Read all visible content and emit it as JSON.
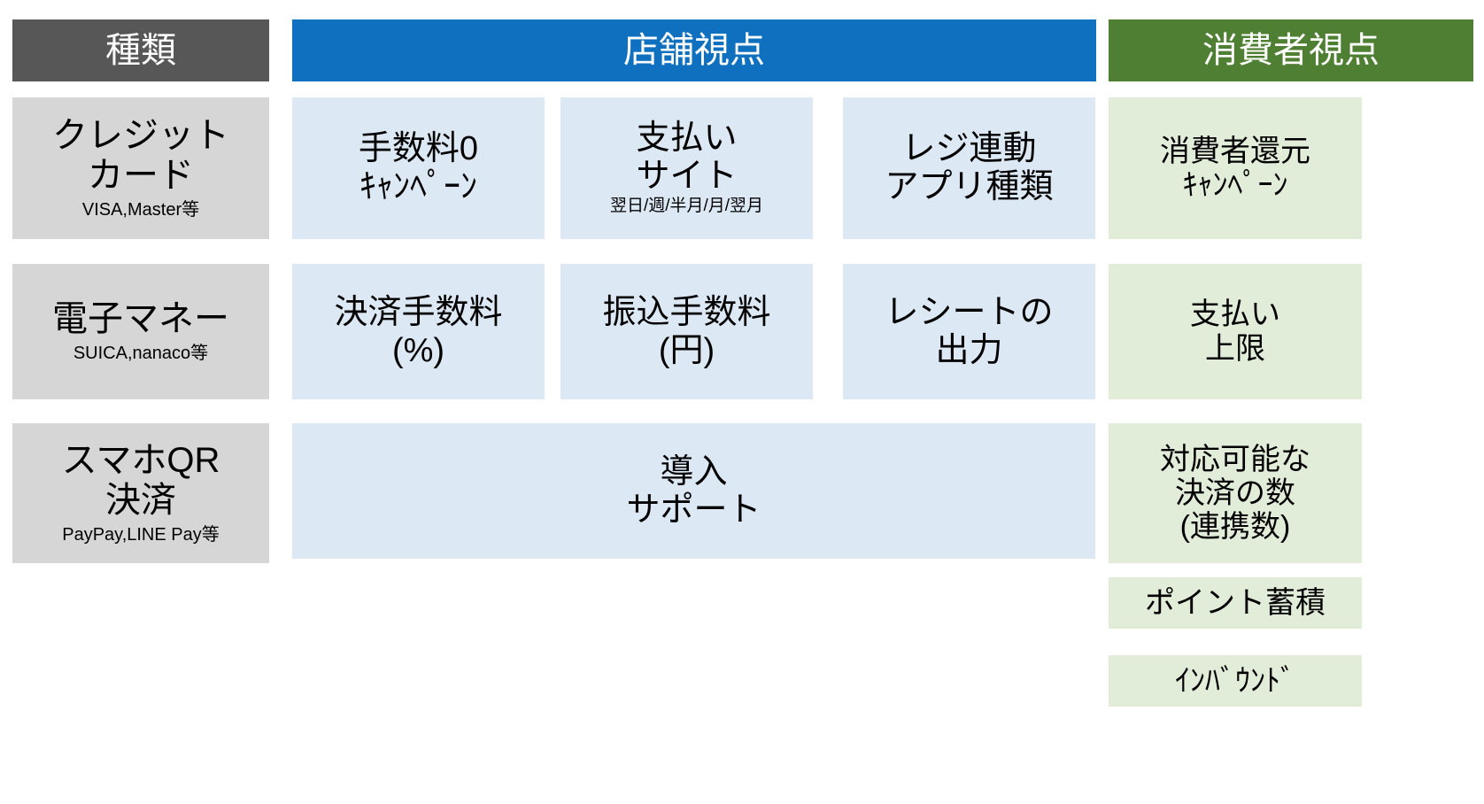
{
  "headers": {
    "type": "種類",
    "store": "店舗視点",
    "consumer": "消費者視点"
  },
  "colors": {
    "header_type": "#575757",
    "header_store": "#1070C0",
    "header_consumer": "#4E7F32",
    "tile_type": "#D6D6D6",
    "tile_store": "#DCE9F5",
    "tile_consumer": "#E2EDD9",
    "text_dark": "#000000",
    "text_light": "#FFFFFF"
  },
  "types": [
    {
      "line1": "クレジット",
      "line2": "カード",
      "sub": "VISA,Master等"
    },
    {
      "line1": "電子マネー",
      "line2": "",
      "sub": "SUICA,nanaco等"
    },
    {
      "line1": "スマホQR",
      "line2": "決済",
      "sub": "PayPay,LINE Pay等"
    }
  ],
  "store_rows": [
    [
      {
        "line1": "手数料0",
        "line2": "ｷｬﾝﾍﾟｰﾝ",
        "sub": ""
      },
      {
        "line1": "支払い",
        "line2": "サイト",
        "sub": "翌日/週/半月/月/翌月"
      },
      {
        "line1": "レジ連動",
        "line2": "アプリ種類",
        "sub": ""
      }
    ],
    [
      {
        "line1": "決済手数料",
        "line2": "(%)",
        "sub": ""
      },
      {
        "line1": "振込手数料",
        "line2": "(円)",
        "sub": ""
      },
      {
        "line1": "レシートの",
        "line2": "出力",
        "sub": ""
      }
    ]
  ],
  "store_span": {
    "line1": "導入",
    "line2": "サポート"
  },
  "consumer_items": [
    {
      "line1": "消費者還元",
      "line2": "ｷｬﾝﾍﾟｰﾝ",
      "line3": ""
    },
    {
      "line1": "支払い",
      "line2": "上限",
      "line3": ""
    },
    {
      "line1": "対応可能な",
      "line2": "決済の数",
      "line3": "(連携数)"
    },
    {
      "line1": "ポイント蓄積",
      "line2": "",
      "line3": ""
    },
    {
      "line1": "ｲﾝﾊﾞｳﾝﾄﾞ",
      "line2": "",
      "line3": ""
    }
  ]
}
